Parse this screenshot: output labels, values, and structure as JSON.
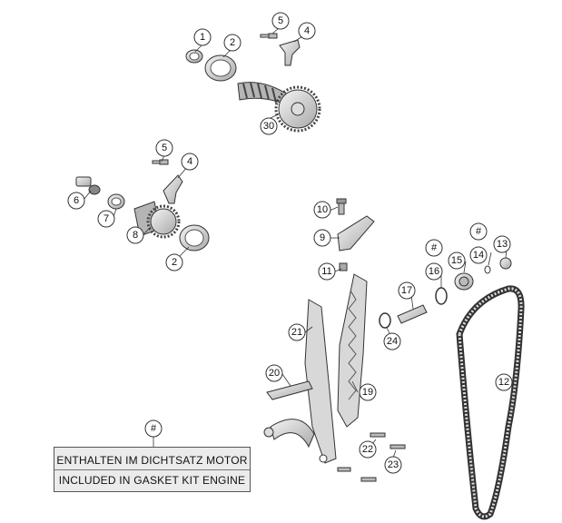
{
  "callouts": {
    "c1": "1",
    "c2a": "2",
    "c2b": "2",
    "c4a": "4",
    "c4b": "4",
    "c5a": "5",
    "c5b": "5",
    "c6": "6",
    "c7": "7",
    "c8": "8",
    "c9": "9",
    "c10": "10",
    "c11": "11",
    "c12": "12",
    "c13": "13",
    "c14": "14",
    "c14hash": "#",
    "c15": "15",
    "c16": "16",
    "c16hash": "#",
    "c17": "17",
    "c19": "19",
    "c20": "20",
    "c21": "21",
    "c22": "22",
    "c23": "23",
    "c24": "24",
    "c30": "30",
    "legendhash": "#"
  },
  "legend": {
    "line1": "ENTHALTEN IM DICHTSATZ MOTOR",
    "line2": "INCLUDED IN GASKET KIT ENGINE"
  }
}
